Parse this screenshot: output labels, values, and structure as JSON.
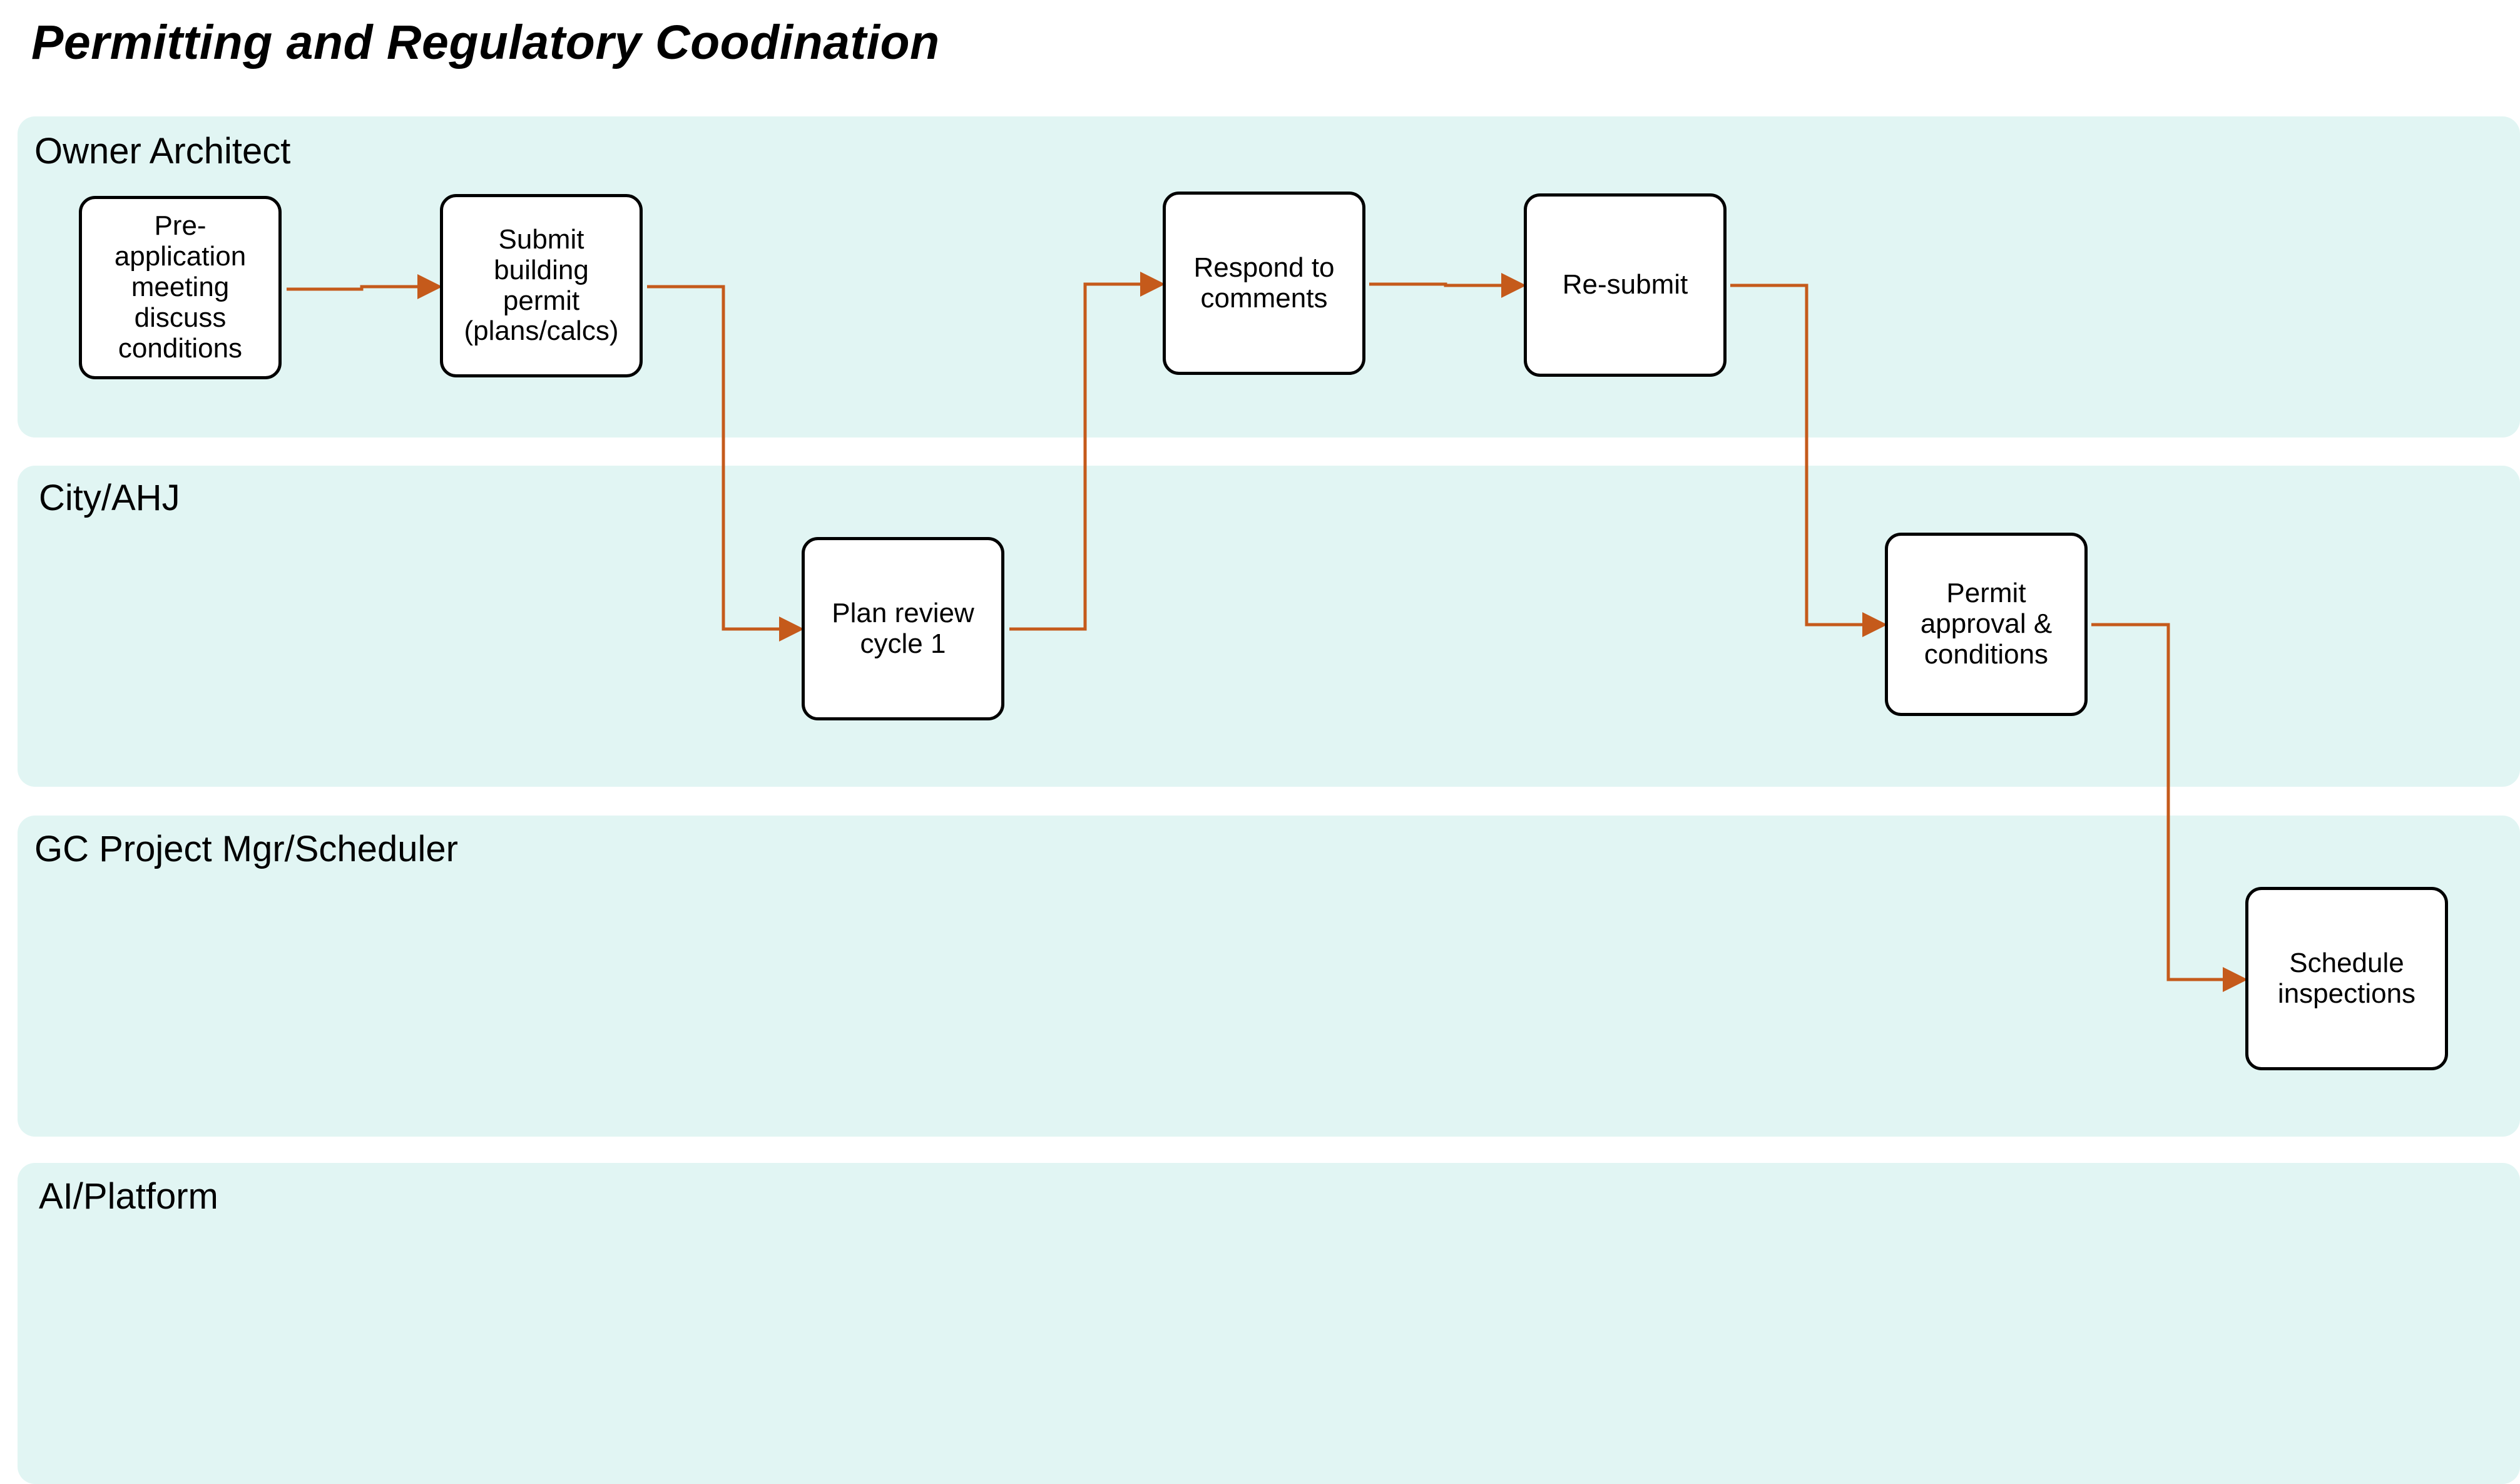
{
  "title": "Permitting and Regulatory Coodination",
  "colors": {
    "lane_fill": "#e1f5f3",
    "connector": "#c55a1b",
    "node_border": "#000000"
  },
  "lanes": [
    {
      "label": "Owner Architect"
    },
    {
      "label": "City/AHJ"
    },
    {
      "label": "GC Project Mgr/Scheduler"
    },
    {
      "label": "AI/Platform"
    }
  ],
  "nodes": [
    {
      "id": "pre_application",
      "lane": "Owner Architect",
      "label": "Pre-\napplication\nmeeting\ndiscuss\nconditions"
    },
    {
      "id": "submit_permit",
      "lane": "Owner Architect",
      "label": "Submit\nbuilding\npermit\n(plans/calcs)"
    },
    {
      "id": "plan_review",
      "lane": "City/AHJ",
      "label": "Plan review\ncycle 1"
    },
    {
      "id": "respond_comments",
      "lane": "Owner Architect",
      "label": "Respond to\ncomments"
    },
    {
      "id": "resubmit",
      "lane": "Owner Architect",
      "label": "Re-submit"
    },
    {
      "id": "permit_approval",
      "lane": "City/AHJ",
      "label": "Permit\napproval &\nconditions"
    },
    {
      "id": "schedule_inspections",
      "lane": "GC Project Mgr/Scheduler",
      "label": "Schedule\ninspections"
    }
  ],
  "edges": [
    {
      "from": "pre_application",
      "to": "submit_permit"
    },
    {
      "from": "submit_permit",
      "to": "plan_review"
    },
    {
      "from": "plan_review",
      "to": "respond_comments"
    },
    {
      "from": "respond_comments",
      "to": "resubmit"
    },
    {
      "from": "resubmit",
      "to": "permit_approval"
    },
    {
      "from": "permit_approval",
      "to": "schedule_inspections"
    }
  ]
}
